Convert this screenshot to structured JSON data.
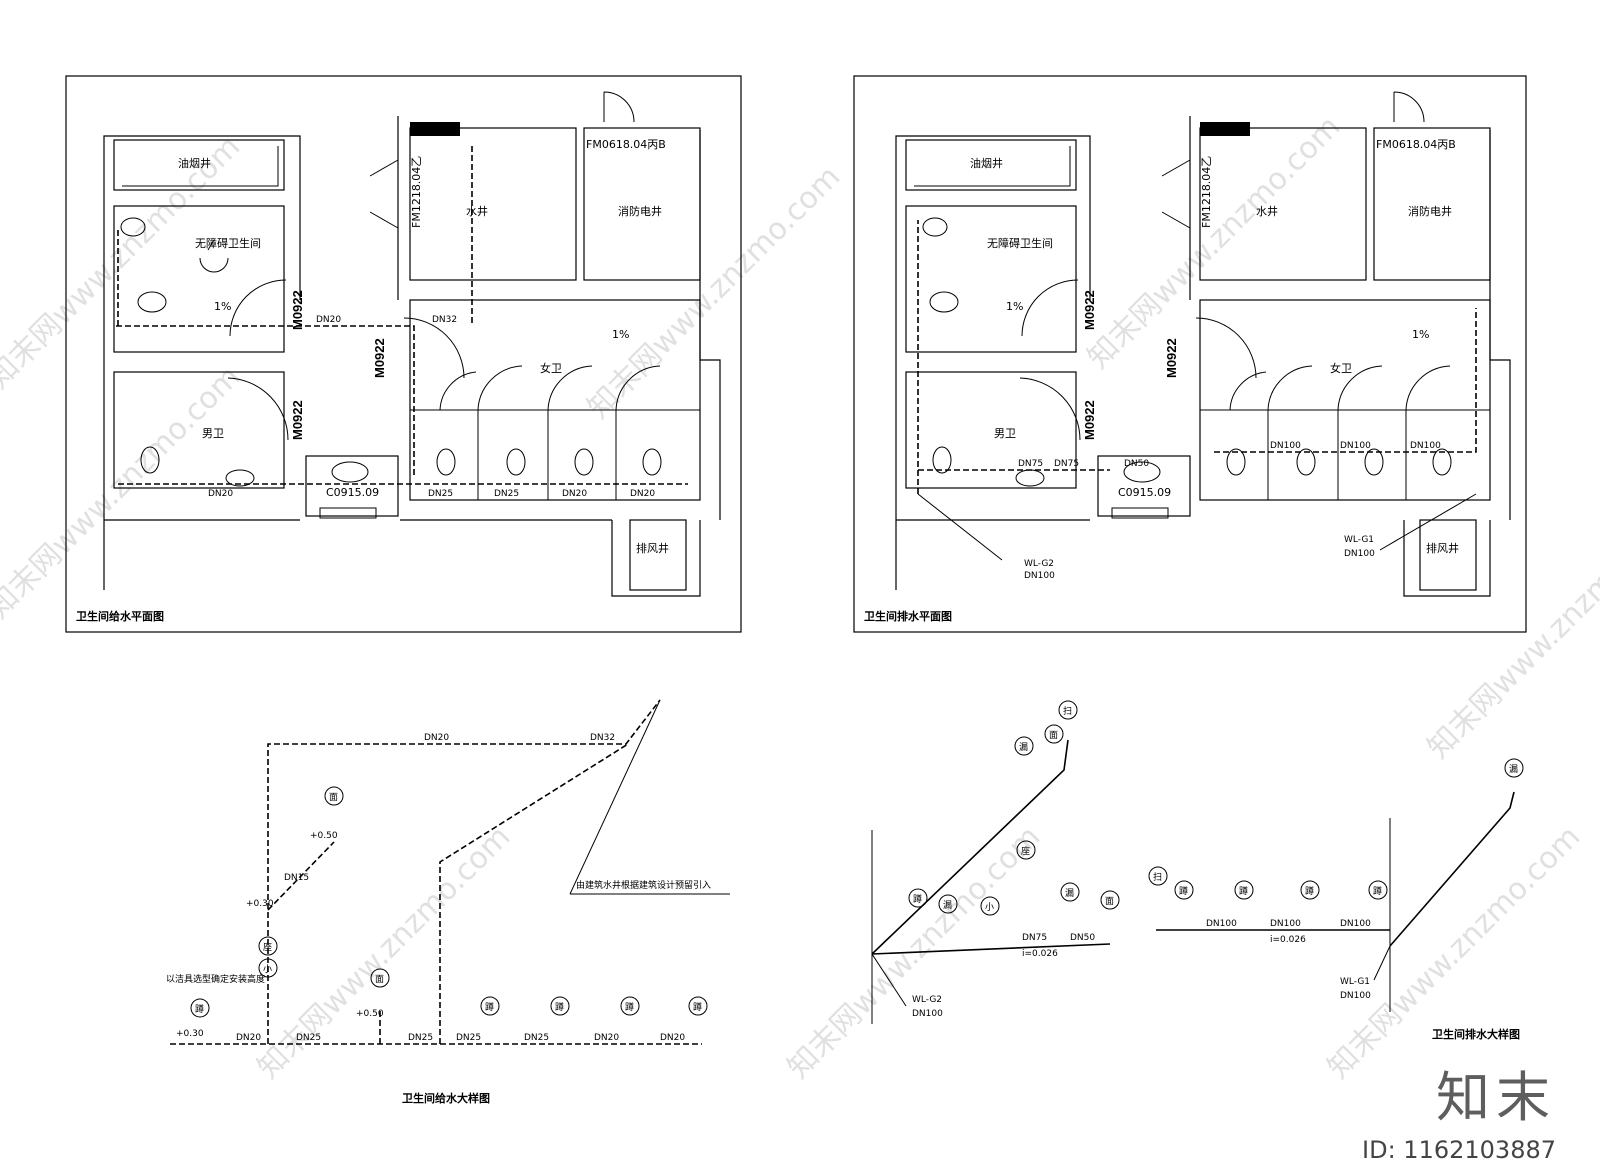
{
  "titles": {
    "supply_plan": "卫生间给水平面图",
    "drain_plan": "卫生间排水平面图",
    "supply_detail": "卫生间给水大样图",
    "drain_detail": "卫生间排水大样图"
  },
  "rooms": {
    "smoke_shaft": "油烟井",
    "water_shaft": "水井",
    "fire_elec_shaft": "消防电井",
    "accessible_wc": "无障碍卫生间",
    "men": "男卫",
    "women": "女卫",
    "exhaust_shaft": "排风井",
    "slope": "1%"
  },
  "doors": {
    "fm_top": "FM0618.04丙B",
    "fm_side": "FM1218.04乙",
    "m1": "M0922",
    "m2": "M0922",
    "m3": "M0922",
    "window": "C0915.09"
  },
  "supply_labels": {
    "dn20": "DN20",
    "dn25": "DN25",
    "dn32": "DN32",
    "dn15": "DN15",
    "dn20b": "DN20"
  },
  "drain_labels": {
    "dn100": "DN100",
    "dn75": "DN75",
    "dn50": "DN50",
    "wl_g1": "WL-G1",
    "wl_g1_size": "DN100",
    "wl_g2": "WL-G2",
    "wl_g2_size": "DN100",
    "slope": "i=0.026"
  },
  "fixtures": {
    "squat": "蹲",
    "sit": "座",
    "face": "面",
    "urinal": "小",
    "drain": "漏",
    "cleanout": "扫"
  },
  "notes": {
    "riser_note": "由建筑水井根据建筑设计预留引入",
    "install_note": "以洁具选型确定安装高度",
    "h030": "+0.30",
    "h050": "+0.50"
  },
  "watermark": {
    "text": "知末网www.znzmo.com",
    "brand": "知末",
    "id": "ID: 1162103887"
  }
}
